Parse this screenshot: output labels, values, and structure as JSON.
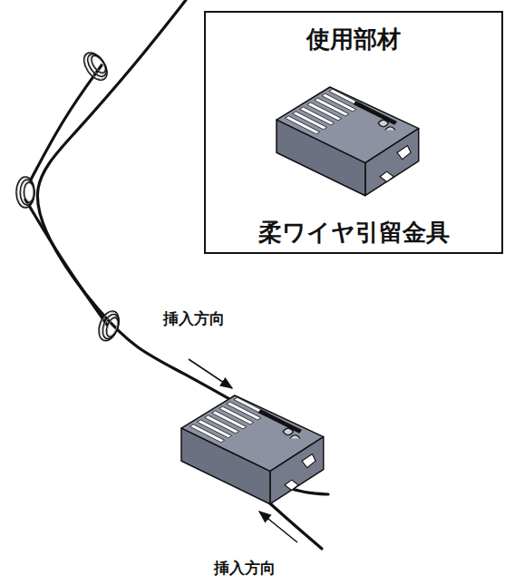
{
  "diagram": {
    "nodes": [
      {
        "text": [
          "使用部材",
          "柔ワイヤ引留金具"
        ]
      }
    ],
    "labels": [
      "挿入方向",
      "挿入方向"
    ]
  }
}
